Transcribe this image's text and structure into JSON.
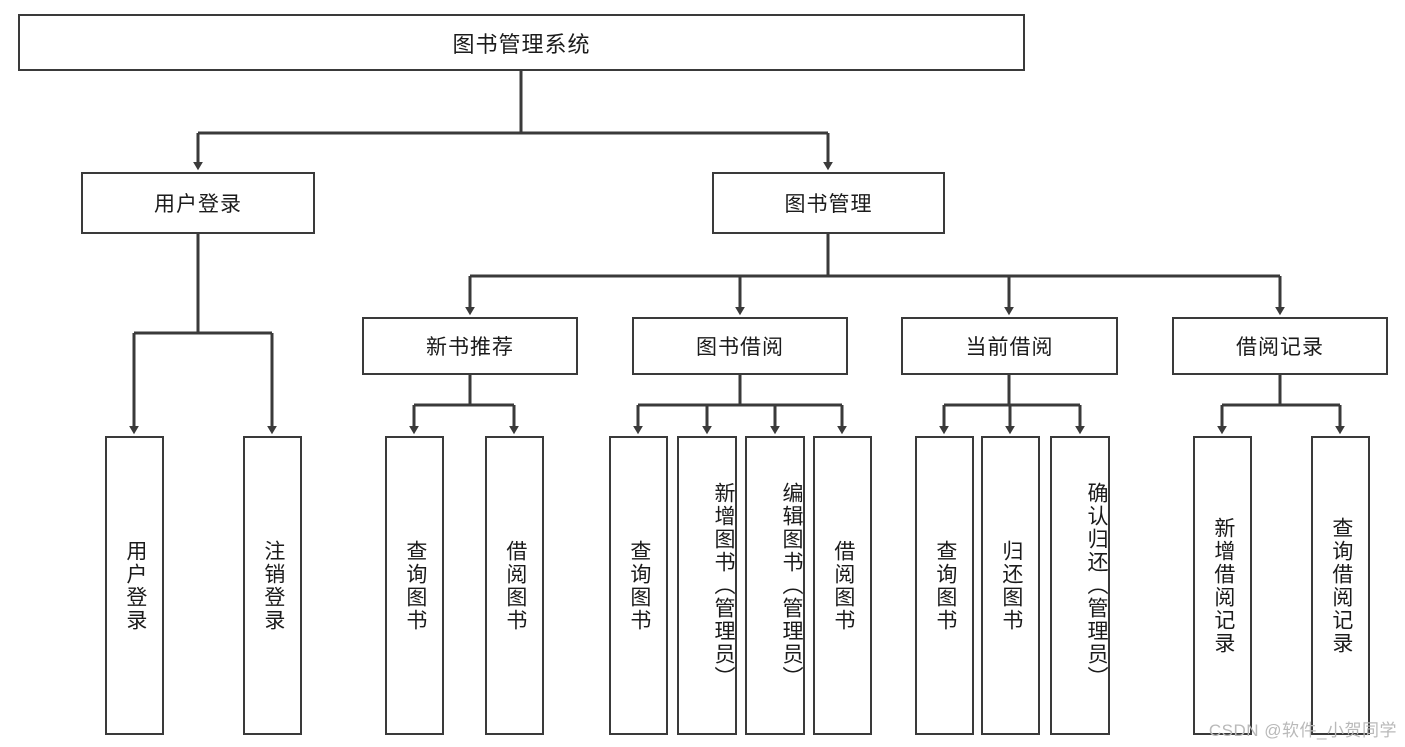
{
  "diagram": {
    "title": "图书管理系统",
    "type": "tree-hierarchy",
    "root": {
      "label": "图书管理系统"
    },
    "level2": [
      {
        "label": "用户登录"
      },
      {
        "label": "图书管理"
      }
    ],
    "level3": [
      {
        "label": "新书推荐"
      },
      {
        "label": "图书借阅"
      },
      {
        "label": "当前借阅"
      },
      {
        "label": "借阅记录"
      }
    ],
    "leaves_user_login": [
      {
        "label": "用户登录"
      },
      {
        "label": "注销登录"
      }
    ],
    "leaves_new_book": [
      {
        "label": "查询图书"
      },
      {
        "label": "借阅图书"
      }
    ],
    "leaves_borrow": [
      {
        "label": "查询图书"
      },
      {
        "label": "新增图书（管理员）"
      },
      {
        "label": "编辑图书（管理员）"
      },
      {
        "label": "借阅图书"
      }
    ],
    "leaves_current": [
      {
        "label": "查询图书"
      },
      {
        "label": "归还图书"
      },
      {
        "label": "确认归还（管理员）"
      }
    ],
    "leaves_record": [
      {
        "label": "新增借阅记录"
      },
      {
        "label": "查询借阅记录"
      }
    ]
  },
  "watermark": {
    "text": "CSDN @软件_小贺同学"
  },
  "colors": {
    "border": "#3a3a3a",
    "text": "#1b1b1b",
    "background": "#ffffff",
    "watermark": "#b9b9b9"
  }
}
